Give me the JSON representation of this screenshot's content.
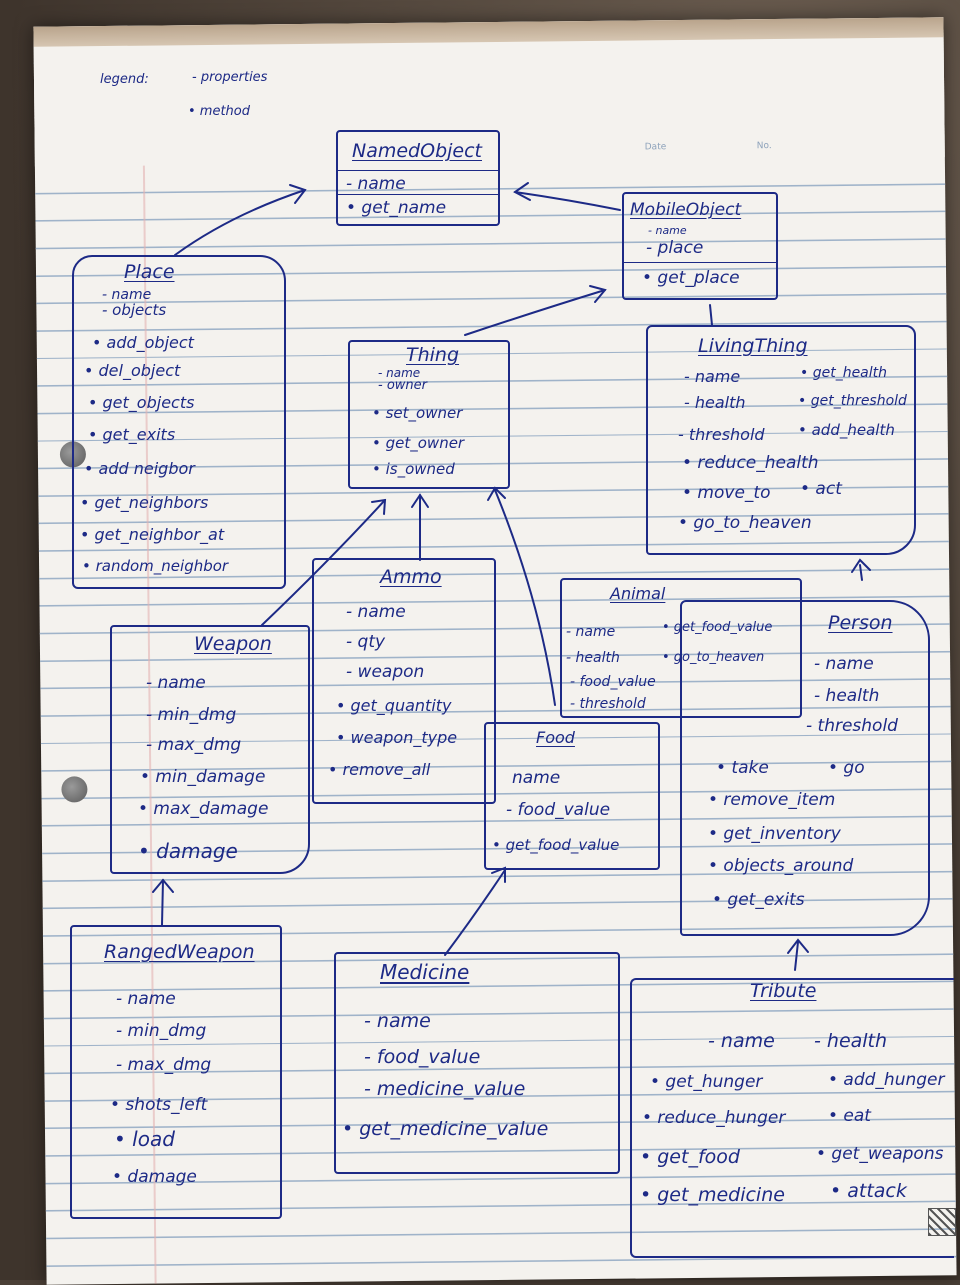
{
  "legend": {
    "label": "legend:",
    "properties": "- properties",
    "method": "• method"
  },
  "header": {
    "date": "Date",
    "no": "No."
  },
  "classes": {
    "named_object": {
      "title": "NamedObject",
      "properties": [
        "- name"
      ],
      "methods": [
        "• get_name"
      ]
    },
    "mobile_object": {
      "title": "MobileObject",
      "properties": [
        "- name",
        "- place"
      ],
      "methods": [
        "• get_place"
      ]
    },
    "place": {
      "title": "Place",
      "properties": [
        "- name",
        "- objects"
      ],
      "methods": [
        "• add_object",
        "• del_object",
        "• get_objects",
        "• get_exits",
        "• add neigbor",
        "• get_neighbors",
        "• get_neighbor_at",
        "• random_neighbor"
      ]
    },
    "thing": {
      "title": "Thing",
      "properties": [
        "- name",
        "- owner"
      ],
      "methods": [
        "• set_owner",
        "• get_owner",
        "• is_owned"
      ]
    },
    "living_thing": {
      "title": "LivingThing",
      "properties": [
        "- name",
        "- health",
        "- threshold"
      ],
      "methods_right": [
        "• get_health",
        "• get_threshold",
        "• add_health"
      ],
      "methods": [
        "• reduce_health",
        "• move_to",
        "• act",
        "• go_to_heaven"
      ]
    },
    "ammo": {
      "title": "Ammo",
      "properties": [
        "- name",
        "- qty",
        "- weapon"
      ],
      "methods": [
        "• get_quantity",
        "• weapon_type",
        "• remove_all"
      ]
    },
    "animal": {
      "title": "Animal",
      "properties": [
        "- name",
        "- health",
        "- food_value",
        "- threshold"
      ],
      "methods": [
        "• get_food_value",
        "• go_to_heaven"
      ]
    },
    "person": {
      "title": "Person",
      "properties": [
        "- name",
        "- health",
        "- threshold"
      ],
      "methods": [
        "• take",
        "• go",
        "• remove_item",
        "• get_inventory",
        "• objects_around",
        "• get_exits"
      ]
    },
    "weapon": {
      "title": "Weapon",
      "properties": [
        "- name",
        "- min_dmg",
        "- max_dmg"
      ],
      "methods": [
        "• min_damage",
        "• max_damage",
        "• damage"
      ]
    },
    "food": {
      "title": "Food",
      "properties": [
        "name",
        "- food_value"
      ],
      "methods": [
        "• get_food_value"
      ]
    },
    "ranged_weapon": {
      "title": "RangedWeapon",
      "properties": [
        "- name",
        "- min_dmg",
        "- max_dmg"
      ],
      "methods": [
        "• shots_left",
        "• load",
        "• damage"
      ]
    },
    "medicine": {
      "title": "Medicine",
      "properties": [
        "- name",
        "- food_value",
        "- medicine_value"
      ],
      "methods": [
        "• get_medicine_value"
      ]
    },
    "tribute": {
      "title": "Tribute",
      "properties": [
        "- name",
        "- health"
      ],
      "methods": [
        "• get_hunger",
        "• add_hunger",
        "• reduce_hunger",
        "• eat",
        "• get_food",
        "• get_weapons",
        "• get_medicine",
        "• attack"
      ]
    }
  },
  "colors": {
    "ink": "#1d2a86",
    "paper": "#f4f2ee",
    "rule": "#9fb3c9"
  }
}
